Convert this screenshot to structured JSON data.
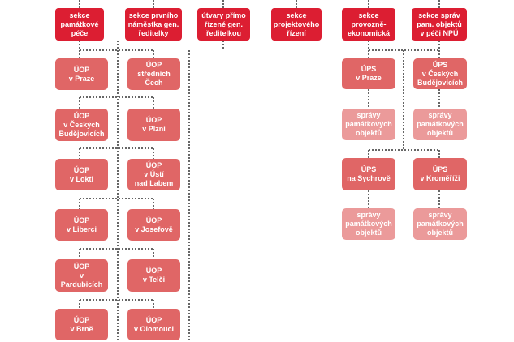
{
  "colors": {
    "section_header": "#dc1e32",
    "workplace": "#e06666",
    "monument_admin": "#eb9a9a",
    "connector": "#666666"
  },
  "sections": [
    {
      "id": "s1",
      "label": "sekce\npamátkové\npéče"
    },
    {
      "id": "s2",
      "label": "sekce prvního\nnáměstka gen.\nředitelky"
    },
    {
      "id": "s3",
      "label": "útvary přímo\nřízené gen.\nředitelkou"
    },
    {
      "id": "s4",
      "label": "sekce\nprojektového\nřízení"
    },
    {
      "id": "s5",
      "label": "sekce\nprovozně-\nekonomická"
    },
    {
      "id": "s6",
      "label": "sekce správ\npam. objektů\nv péči NPÚ"
    }
  ],
  "uop": [
    {
      "id": "u1",
      "label": "ÚOP\nv Praze"
    },
    {
      "id": "u2",
      "label": "ÚOP\nstředních\nČech"
    },
    {
      "id": "u3",
      "label": "ÚOP\nv Českých\nBudějovicích"
    },
    {
      "id": "u4",
      "label": "ÚOP\nv Plzni"
    },
    {
      "id": "u5",
      "label": "ÚOP\nv Lokti"
    },
    {
      "id": "u6",
      "label": "ÚOP\nv Ústí\nnad Labem"
    },
    {
      "id": "u7",
      "label": "ÚOP\nv Liberci"
    },
    {
      "id": "u8",
      "label": "ÚOP\nv Josefově"
    },
    {
      "id": "u9",
      "label": "ÚOP\nv Pardubicích"
    },
    {
      "id": "u10",
      "label": "ÚOP\nv Telči"
    },
    {
      "id": "u11",
      "label": "ÚOP\nv Brně"
    },
    {
      "id": "u12",
      "label": "ÚOP\nv Olomouci"
    }
  ],
  "ups": [
    {
      "id": "p1",
      "label": "ÚPS\nv Praze"
    },
    {
      "id": "p2",
      "label": "ÚPS\nv Českých\nBudějovicích"
    },
    {
      "id": "p3",
      "label": "ÚPS\nna Sychrově"
    },
    {
      "id": "p4",
      "label": "ÚPS\nv Kroměříži"
    }
  ],
  "monument_admins": [
    {
      "id": "a1",
      "label": "správy\npamátkových\nobjektů"
    },
    {
      "id": "a2",
      "label": "správy\npamátkových\nobjektů"
    },
    {
      "id": "a3",
      "label": "správy\npamátkových\nobjektů"
    },
    {
      "id": "a4",
      "label": "správy\npamátkových\nobjektů"
    }
  ]
}
